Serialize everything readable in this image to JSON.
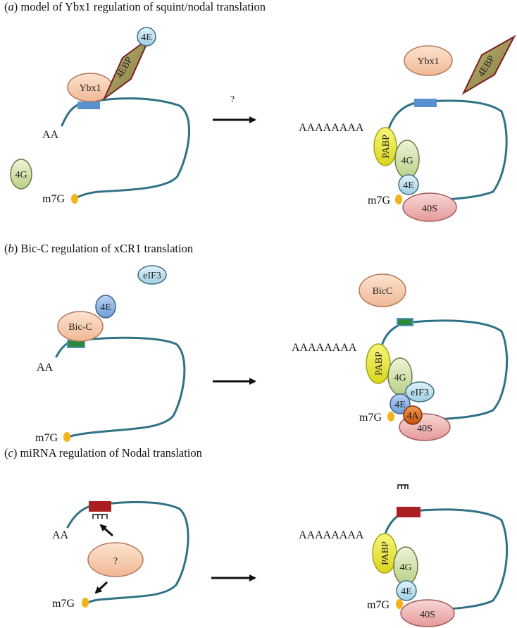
{
  "panels": [
    {
      "letter": "a",
      "title": "model of Ybx1 regulation of squint/nodal translation",
      "left": {
        "factors": [
          "4E",
          "4EBP",
          "Ybx1",
          "4G"
        ],
        "labels": {
          "tail": "AA",
          "cap": "m7G"
        }
      },
      "arrow_label": "?",
      "right": {
        "polyA": "AAAAAAAA",
        "factors": [
          "Ybx1",
          "4EBP",
          "PABP",
          "4G",
          "4E",
          "40S"
        ],
        "labels": {
          "cap": "m7G"
        }
      }
    },
    {
      "letter": "b",
      "title": "Bic-C regulation of xCR1 translation",
      "left": {
        "factors": [
          "eIF3",
          "4E",
          "Bic-C"
        ],
        "labels": {
          "tail": "AA",
          "cap": "m7G"
        }
      },
      "right": {
        "polyA": "AAAAAAAA",
        "factors": [
          "BicC",
          "PABP",
          "4G",
          "eIF3",
          "4E",
          "4A",
          "40S"
        ],
        "labels": {
          "cap": "m7G"
        }
      }
    },
    {
      "letter": "c",
      "title": "miRNA regulation of Nodal translation",
      "left": {
        "factors": [
          "?"
        ],
        "labels": {
          "tail": "AA",
          "cap": "m7G"
        }
      },
      "right": {
        "polyA": "AAAAAAAA",
        "factors": [
          "PABP",
          "4G",
          "4E",
          "40S"
        ],
        "labels": {
          "cap": "m7G"
        }
      }
    }
  ],
  "colors": {
    "rna": "#2f7286",
    "ybx1": "#f7cfae",
    "fourE": "#bfe2ef",
    "fourEBP": "#9a9052",
    "fourG": "#d4e3ad",
    "pabp": "#e9e73a",
    "fortyS": "#f0b9b9",
    "eif3": "#c4e4ef",
    "fourA": "#e06a1a",
    "cap": "#f2b418",
    "site_ybx1": "#5a8fd0",
    "site_bicc": "#2a8a3a",
    "site_mirna": "#a91f22"
  }
}
